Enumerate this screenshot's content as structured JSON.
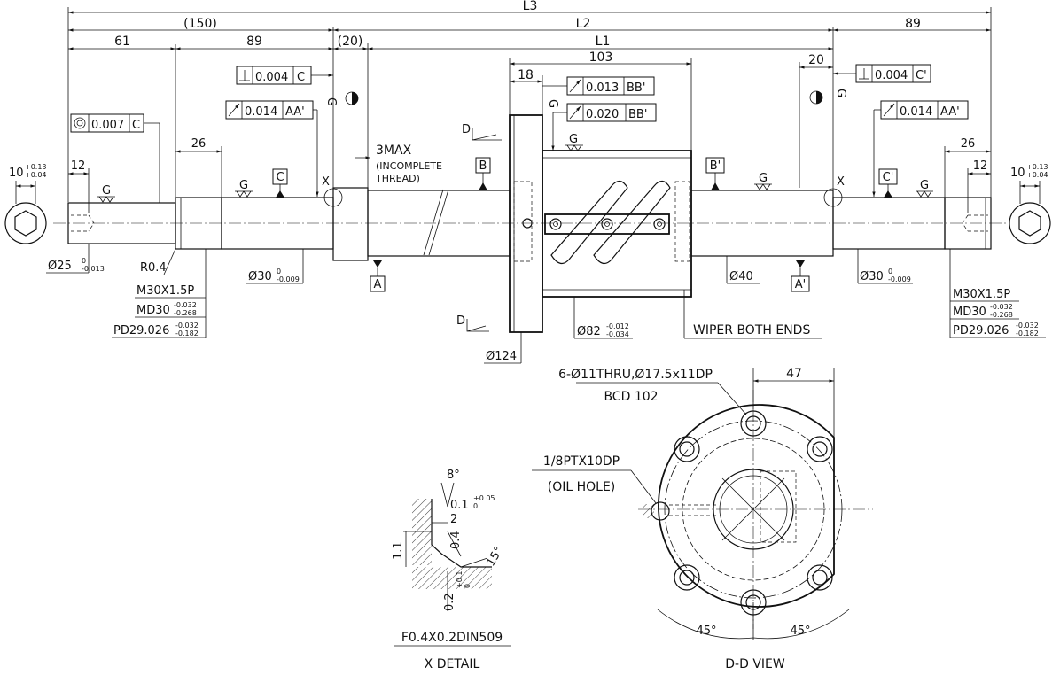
{
  "dims": {
    "L3": "L3",
    "L2": "L2",
    "L1": "L1",
    "d150": "(150)",
    "d20a": "(20)",
    "d89a": "89",
    "d89b": "89",
    "d61": "61",
    "d26a": "26",
    "d26b": "26",
    "d12a": "12",
    "d12b": "12",
    "d103": "103",
    "d18": "18",
    "d20b": "20",
    "tol10_main": "10",
    "tol10_up": "+0.13",
    "tol10_lo": "+0.04",
    "phi25": "Ø25",
    "phi25_up": "0",
    "phi25_lo": "-0.013",
    "r04": "R0.4",
    "phi30a": "Ø30",
    "phi30a_up": "0",
    "phi30a_lo": "-0.009",
    "phi30b": "Ø30",
    "phi30b_up": "0",
    "phi30b_lo": "-0.009",
    "phi40": "Ø40",
    "phi82": "Ø82",
    "phi82_up": "-0.012",
    "phi82_lo": "-0.034",
    "phi124": "Ø124",
    "m30_l": "M30X1.5P",
    "md30_l": "MD30",
    "md30_l_up": "-0.032",
    "md30_l_lo": "-0.268",
    "pd_l": "PD29.026",
    "pd_l_up": "-0.032",
    "pd_l_lo": "-0.182",
    "m30_r": "M30X1.5P",
    "md30_r": "MD30",
    "md30_r_up": "-0.032",
    "md30_r_lo": "-0.268",
    "pd_r": "PD29.026",
    "pd_r_up": "-0.032",
    "pd_r_lo": "-0.182",
    "max3": "3MAX",
    "incomplete1": "(INCOMPLETE",
    "incomplete2": "THREAD)",
    "wiper": "WIPER BOTH ENDS"
  },
  "tolerances": {
    "conc_val": "0.007",
    "conc_ref": "C",
    "perp_l_val": "0.004",
    "perp_l_ref": "C",
    "perp_r_val": "0.004",
    "perp_r_ref": "C'",
    "run_aa_l_val": "0.014",
    "run_aa_l_ref": "AA'",
    "run_aa_r_val": "0.014",
    "run_aa_r_ref": "AA'",
    "run_bb1_val": "0.013",
    "run_bb1_ref": "BB'",
    "run_bb2_val": "0.020",
    "run_bb2_ref": "BB'"
  },
  "datums": {
    "A": "A",
    "A2": "A'",
    "B": "B",
    "B2": "B'",
    "C": "C",
    "C2": "C'"
  },
  "marks": {
    "G": "G",
    "X": "X",
    "D": "D"
  },
  "xdetail": {
    "angle8": "8°",
    "val01": "0.1",
    "val01_up": "+0.05",
    "val01_lo": "0",
    "val2": "2",
    "val04": "0.4",
    "val11": "1.1",
    "angle15": "15°",
    "val02": "0.2",
    "val02_up": "+0.1",
    "val02_lo": "0",
    "spec": "F0.4X0.2DIN509",
    "title": "X DETAIL"
  },
  "ddview": {
    "holes": "6-Ø11THRU,Ø17.5x11DP",
    "bcd": "BCD 102",
    "oil1": "1/8PTX10DP",
    "oil2": "(OIL HOLE)",
    "dim47": "47",
    "angle_l": "45°",
    "angle_r": "45°",
    "title": "D-D VIEW"
  }
}
